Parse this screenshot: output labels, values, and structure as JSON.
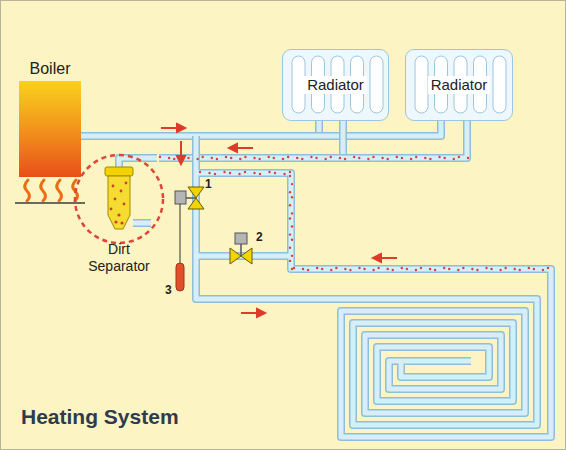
{
  "diagram": {
    "title": "Heating System",
    "nodes": [
      {
        "text": [
          "Boiler"
        ]
      },
      {
        "text": [
          "Radiator"
        ]
      },
      {
        "text": [
          "Radiator"
        ]
      },
      {
        "text": [
          "Dirt Separator"
        ]
      }
    ],
    "edges": [
      {
        "from": 0,
        "to": 1,
        "arrow": "none"
      },
      {
        "from": 0,
        "to": 2,
        "arrow": "none"
      },
      {
        "from": 1,
        "to": 3,
        "arrow": "none"
      },
      {
        "from": 2,
        "to": 3,
        "arrow": "none"
      },
      {
        "from": 3,
        "to": 0,
        "arrow": "none"
      }
    ],
    "labels": [
      "1",
      "2",
      "3"
    ]
  }
}
